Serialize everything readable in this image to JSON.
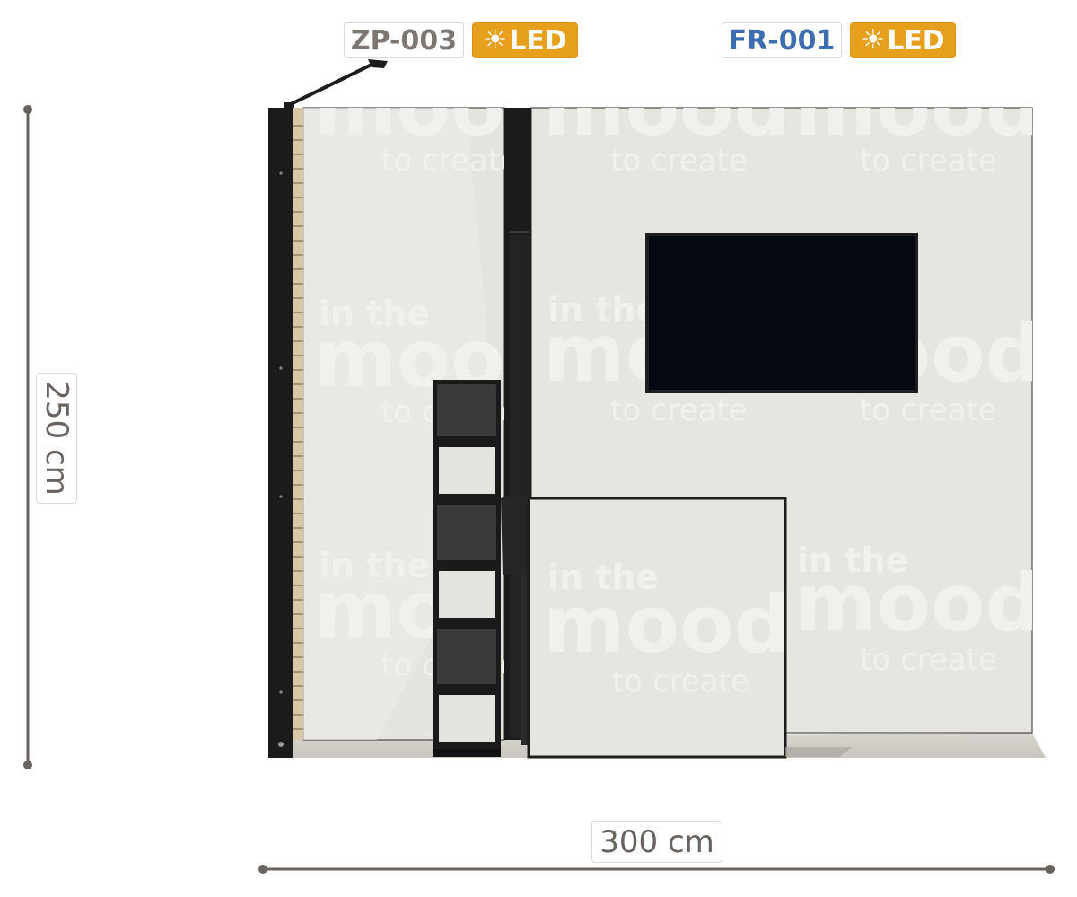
{
  "labels": {
    "zp003_code": "ZP-003",
    "zp003_led": "LED",
    "fr001_code": "FR-001",
    "fr001_led": "LED"
  },
  "dimensions": {
    "height": "250 cm",
    "width": "300 cm"
  },
  "wall_graphic": {
    "line1": "in the",
    "line2": "mood",
    "line3": "to create"
  },
  "icons": {
    "led": "sun-icon"
  },
  "colors": {
    "led_badge": "#e6a01c",
    "zp_code_text": "#7d7672",
    "fr_code_text": "#3d6db0",
    "dimension_line": "#6a625f",
    "wall": "#e6e5e0",
    "frame": "#1d1d1d",
    "screen": "#050a12"
  }
}
